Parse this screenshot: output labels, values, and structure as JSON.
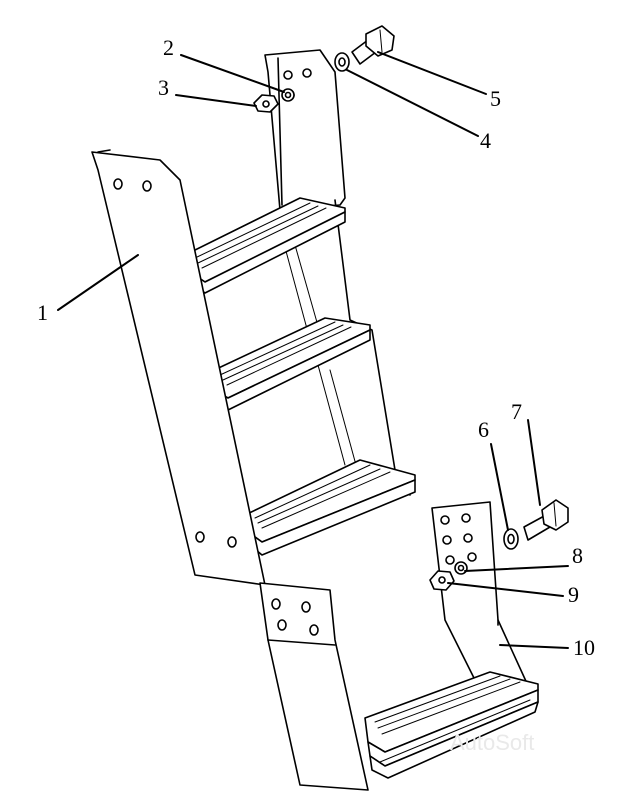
{
  "callouts": {
    "c1": "1",
    "c2": "2",
    "c3": "3",
    "c4": "4",
    "c5": "5",
    "c6": "6",
    "c7": "7",
    "c8": "8",
    "c9": "9",
    "c10": "10"
  },
  "watermark": "AutoSoft",
  "colors": {
    "line": "#000000",
    "background": "#ffffff",
    "watermark": "#e9e9e9"
  }
}
